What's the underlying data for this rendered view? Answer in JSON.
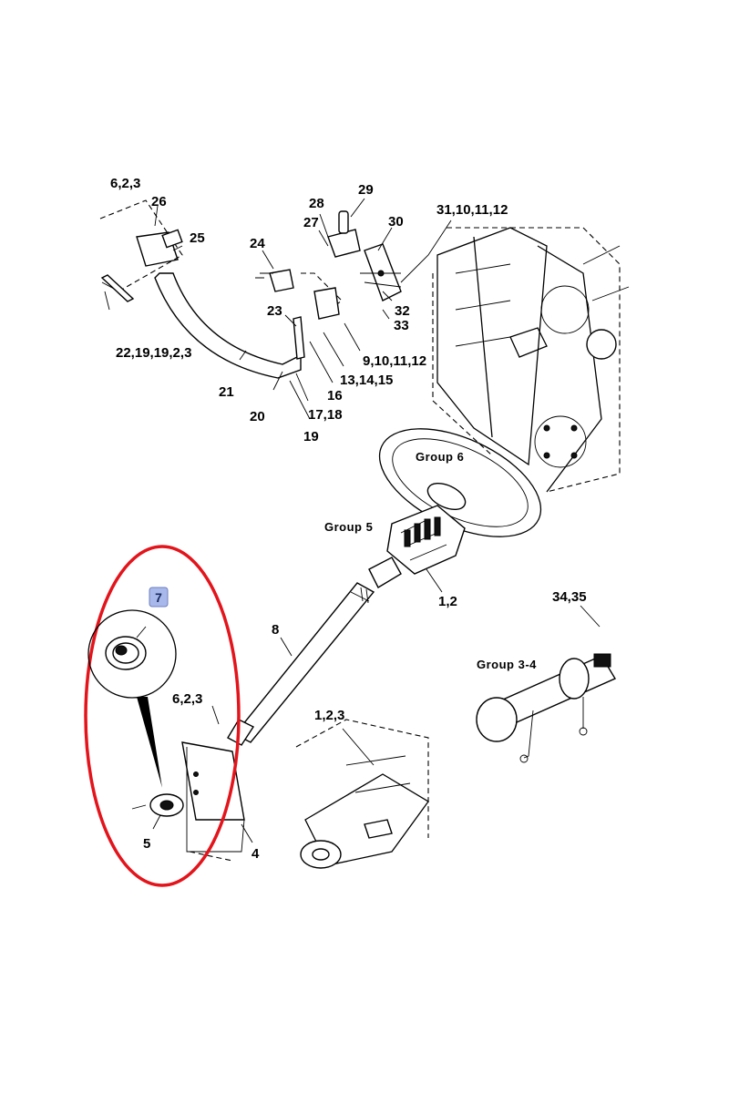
{
  "callouts": {
    "c_6_2_3_top": "6,2,3",
    "c_26": "26",
    "c_25": "25",
    "c_22_19": "22,19,19,2,3",
    "c_21": "21",
    "c_24": "24",
    "c_23": "23",
    "c_20": "20",
    "c_17_18": "17,18",
    "c_19": "19",
    "c_28": "28",
    "c_27": "27",
    "c_29": "29",
    "c_30": "30",
    "c_31": "31,10,11,12",
    "c_32": "32",
    "c_33": "33",
    "c_9": "9,10,11,12",
    "c_13": "13,14,15",
    "c_16": "16",
    "c_1_2": "1,2",
    "c_8": "8",
    "c_6_2_3_mid": "6,2,3",
    "c_1_2_3": "1,2,3",
    "c_5": "5",
    "c_4": "4",
    "c_34_35": "34,35"
  },
  "groups": {
    "group6": "Group 6",
    "group5": "Group 5",
    "group34": "Group 3-4"
  },
  "highlight": {
    "label": "7",
    "badge_color": "#a9b8ea",
    "ring_color": "#e3141b"
  }
}
